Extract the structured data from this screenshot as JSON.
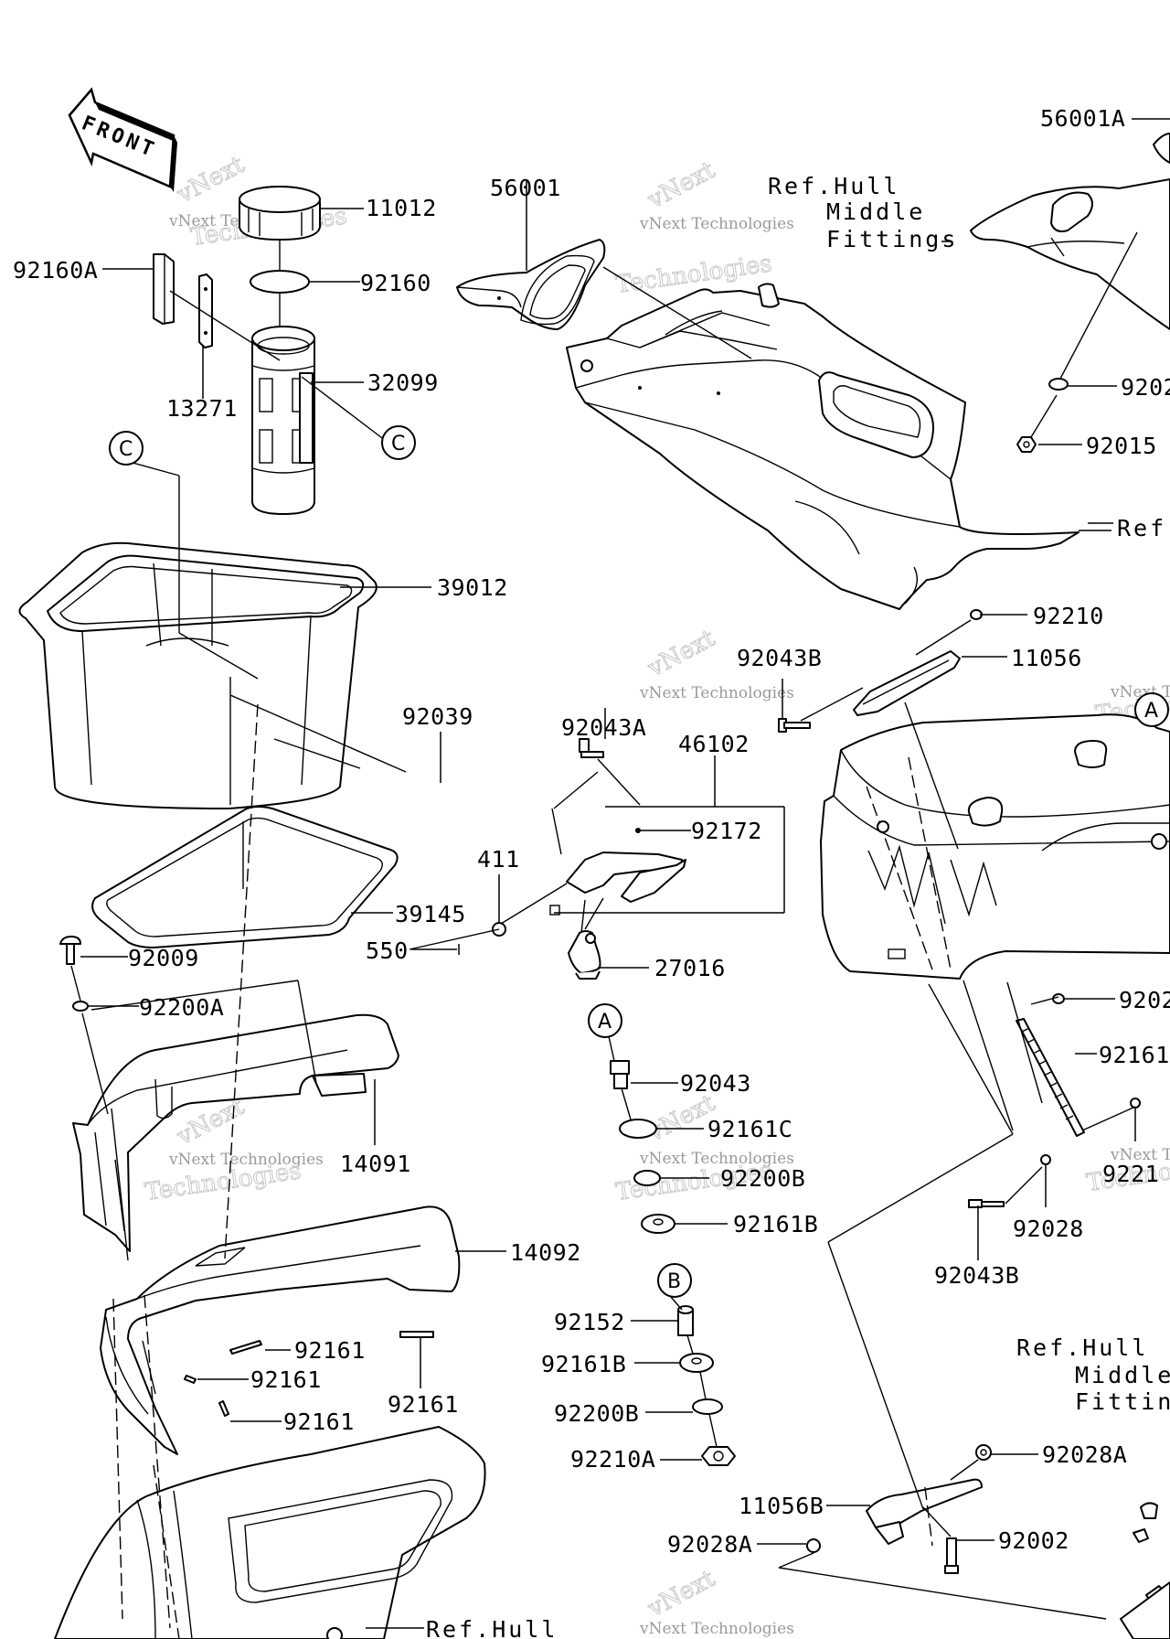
{
  "front_arrow": {
    "label": "FRONT"
  },
  "watermark": {
    "line1": "vNext",
    "line2": "Technologies",
    "line3": "vNext Technologies"
  },
  "callouts": {
    "c_left": "C",
    "c_right": "C",
    "a_mid": "A",
    "b_mid": "B",
    "a_right": "A"
  },
  "refs": {
    "hull_top": [
      "Ref.Hull",
      "Middle",
      "Fittings"
    ],
    "hull_right_edge": "Ref.",
    "hull_lower": [
      "Ref.Hull",
      "Middle",
      "Fitting"
    ],
    "hull_bottom": "Ref.Hull"
  },
  "labels": {
    "p56001A": "56001A",
    "p56001": "56001",
    "p11012": "11012",
    "p92160A": "92160A",
    "p92160": "92160",
    "p32099": "32099",
    "p13271": "13271",
    "p39012": "39012",
    "p92039": "92039",
    "p39145": "39145",
    "p92009": "92009",
    "p92200A": "92200A",
    "p14091": "14091",
    "p14092": "14092",
    "p92161_a": "92161",
    "p92161_b": "92161",
    "p92161_c": "92161",
    "p92161_d": "92161",
    "p92043B_top": "92043B",
    "p92043A": "92043A",
    "p46102": "46102",
    "p92172": "92172",
    "p411": "411",
    "p550": "550",
    "p27016": "27016",
    "p92043": "92043",
    "p92161C": "92161C",
    "p92200B_a": "92200B",
    "p92161B_a": "92161B",
    "p92152": "92152",
    "p92161B_b": "92161B",
    "p92200B_b": "92200B",
    "p92210A": "92210A",
    "p92015": "92015",
    "p9202_top": "9202",
    "p92210": "92210",
    "p11056": "11056",
    "p9202_mid": "9202",
    "p92161_right": "92161",
    "p9221_right": "9221",
    "p92028": "92028",
    "p92043B_bottom": "92043B",
    "p92028A_right": "92028A",
    "p11056B": "11056B",
    "p92028A_left": "92028A",
    "p92002": "92002"
  }
}
